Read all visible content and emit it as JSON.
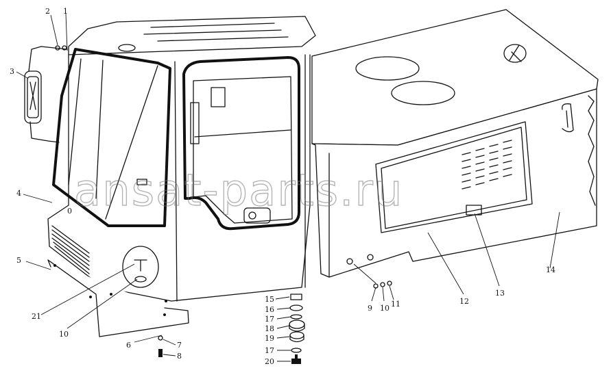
{
  "watermark": "ansat-parts.ru",
  "callouts": [
    {
      "id": "c1",
      "text": "1"
    },
    {
      "id": "c2",
      "text": "2"
    },
    {
      "id": "c3",
      "text": "3"
    },
    {
      "id": "c4",
      "text": "4"
    },
    {
      "id": "c5",
      "text": "5"
    },
    {
      "id": "c6",
      "text": "6"
    },
    {
      "id": "c7",
      "text": "7"
    },
    {
      "id": "c8",
      "text": "8"
    },
    {
      "id": "c9",
      "text": "9"
    },
    {
      "id": "c10a",
      "text": "10"
    },
    {
      "id": "c10b",
      "text": "10"
    },
    {
      "id": "c11",
      "text": "11"
    },
    {
      "id": "c12",
      "text": "12"
    },
    {
      "id": "c13",
      "text": "13"
    },
    {
      "id": "c14",
      "text": "14"
    },
    {
      "id": "c15",
      "text": "15"
    },
    {
      "id": "c16",
      "text": "16"
    },
    {
      "id": "c17a",
      "text": "17"
    },
    {
      "id": "c18",
      "text": "18"
    },
    {
      "id": "c19",
      "text": "19"
    },
    {
      "id": "c17b",
      "text": "17"
    },
    {
      "id": "c20",
      "text": "20"
    },
    {
      "id": "c21",
      "text": "21"
    }
  ]
}
